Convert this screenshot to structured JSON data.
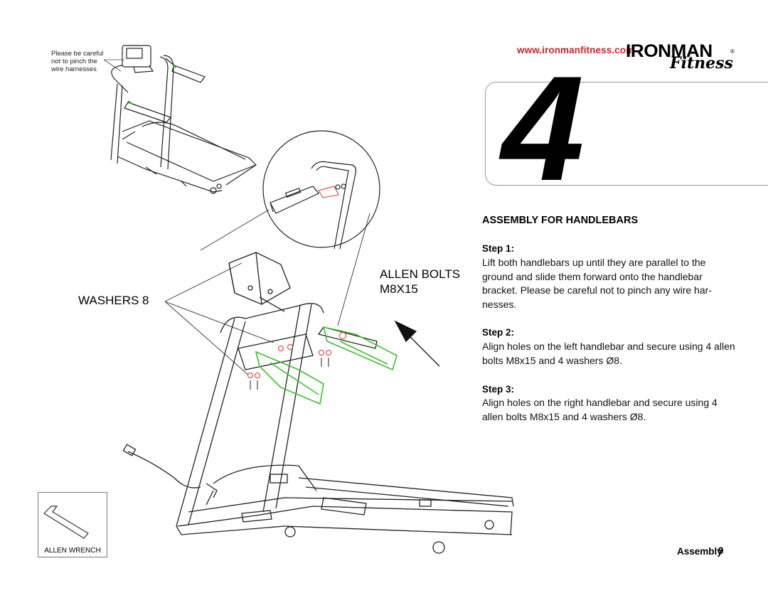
{
  "note": "Please be careful not to pinch the wire harnesses",
  "website": "www.ironmanfitness.com",
  "brand": {
    "name": "IRONMAN",
    "sub": "Fitness",
    "registered": "®"
  },
  "step_number": "4",
  "heading": "ASSEMBLY FOR HANDLEBARS",
  "steps": [
    {
      "label": "Step 1:",
      "text": "Lift both handlebars up until they are parallel to the ground and slide them forward onto the handlebar bracket. Please be careful not to pinch any wire har-nesses."
    },
    {
      "label": "Step 2:",
      "text": "Align holes on the left handlebar and secure using 4 allen bolts M8x15 and 4 washers Ø8."
    },
    {
      "label": "Step 3:",
      "text": "Align holes on the right handlebar and secure using 4 allen bolts M8x15 and 4 washers Ø8."
    }
  ],
  "labels": {
    "bolts": "ALLEN BOLTS",
    "bolts_size": "M8X15",
    "washers": "WASHERS  8",
    "wrench": "ALLEN WRENCH"
  },
  "footer": {
    "section": "Assembly",
    "page": "9"
  },
  "colors": {
    "url": "#c8252c",
    "handlebar_highlight": "#39c12a",
    "fastener": "#e03030"
  }
}
